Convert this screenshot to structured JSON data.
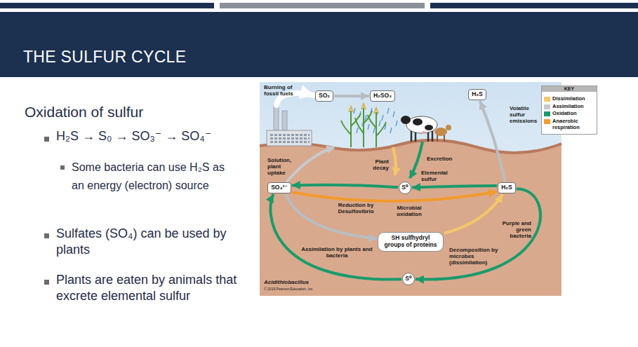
{
  "diagram": {
    "title": "THE SULFUR CYCLE",
    "nodes": [
      {
        "text": [
          "SO₂"
        ]
      },
      {
        "text": [
          "H₂SO₃"
        ]
      },
      {
        "text": [
          "H₂S"
        ]
      },
      {
        "text": [
          "SO₄²⁻"
        ]
      },
      {
        "text": [
          "S⁰"
        ]
      },
      {
        "text": [
          "H₂S"
        ]
      },
      {
        "text": [
          "SH sulfhydryl groups of proteins"
        ]
      },
      {
        "text": [
          "S⁰"
        ]
      }
    ],
    "edges": [
      {
        "from": 0,
        "to": 1,
        "arrow": "to"
      },
      {
        "from": 5,
        "to": 2,
        "arrow": "to"
      },
      {
        "from": 3,
        "to": 5,
        "arrow": "to"
      },
      {
        "from": 5,
        "to": 4,
        "arrow": "to"
      },
      {
        "from": 4,
        "to": 3,
        "arrow": "to"
      },
      {
        "from": 3,
        "to": 6,
        "arrow": "to"
      },
      {
        "from": 6,
        "to": 5,
        "arrow": "to"
      },
      {
        "from": 5,
        "to": 7,
        "arrow": "to"
      },
      {
        "from": 7,
        "to": 3,
        "arrow": "to"
      }
    ],
    "labels": [
      "Oxidation of sulfur",
      "H₂S → S₀ → SO₃⁻ → SO₄⁻",
      "Some bacteria can use H₂S as an energy (electron) source",
      "Sulfates (SO₄) can be used by plants",
      "Plants are eaten by animals that excrete elemental sulfur",
      "Burning of fossil fuels",
      "Solution, plant uptake",
      "Plant decay",
      "Excretion",
      "Elemental sulfur",
      "Reduction by Desulfovibrio",
      "Microbial oxidation",
      "Volatile sulfur emissions",
      "Assimilation by plants and bacteria",
      "Decomposition by microbes (dissimilation)",
      "Purple and green bacteria",
      "Acidithiobacillus",
      "© 2016 Pearson Education, Inc.",
      "KEY"
    ],
    "legend": [
      {
        "text": "Dissimilation",
        "color": "#f5c66a"
      },
      {
        "text": "Assimilation",
        "color": "#c7c9cc"
      },
      {
        "text": "Oxidation",
        "color": "#1a9b6c"
      },
      {
        "text": "Anaerobic respiration",
        "color": "#f29a2e"
      }
    ]
  }
}
